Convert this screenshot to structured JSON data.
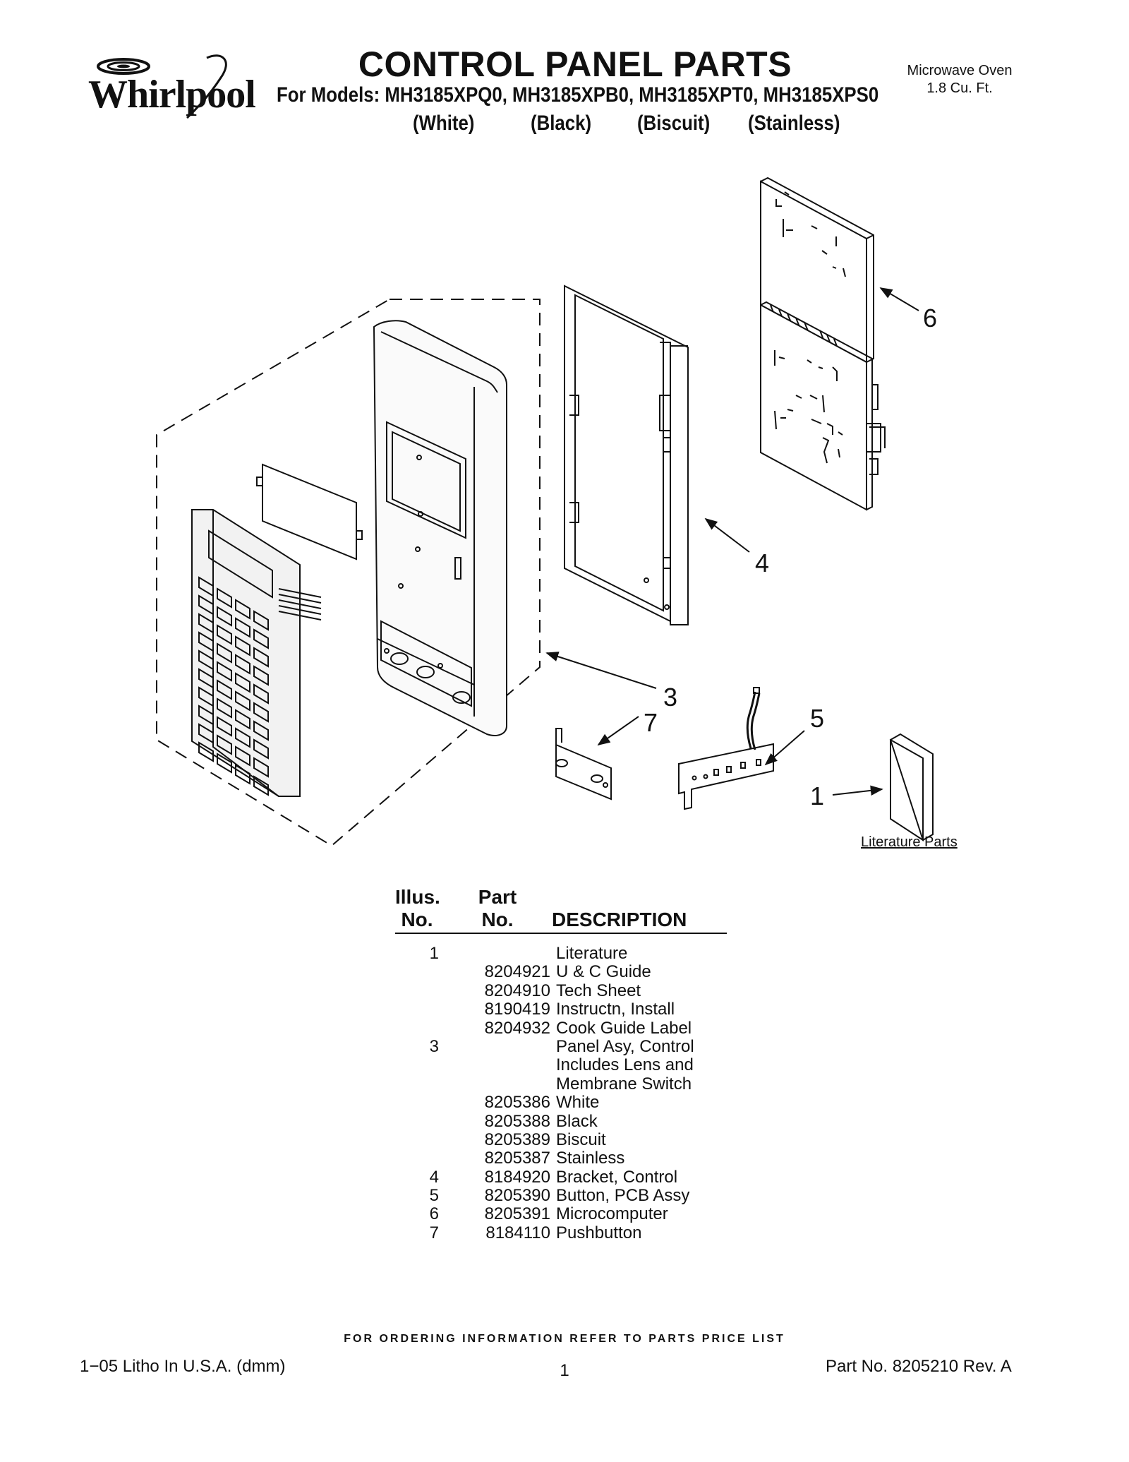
{
  "brand": {
    "name": "Whirlpool"
  },
  "header": {
    "title": "CONTROL PANEL PARTS",
    "models": "For Models: MH3185XPQ0, MH3185XPB0, MH3185XPT0, MH3185XPS0",
    "variants": [
      "(White)",
      "(Black)",
      "(Biscuit)",
      "(Stainless)"
    ],
    "product_line1": "Microwave Oven",
    "product_line2": "1.8 Cu. Ft."
  },
  "diagram": {
    "callouts": [
      "1",
      "3",
      "4",
      "5",
      "6",
      "7"
    ],
    "literature_label": "Literature Parts"
  },
  "parts_table": {
    "headers": {
      "illus_line1": "Illus.",
      "illus_line2": "No.",
      "part_line1": "Part",
      "part_line2": "No.",
      "description": "DESCRIPTION"
    },
    "rows": [
      {
        "illus": "1",
        "part": "",
        "desc": "Literature"
      },
      {
        "illus": "",
        "part": "8204921",
        "desc": "U & C Guide"
      },
      {
        "illus": "",
        "part": "8204910",
        "desc": "Tech Sheet"
      },
      {
        "illus": "",
        "part": "8190419",
        "desc": "Instructn, Install"
      },
      {
        "illus": "",
        "part": "8204932",
        "desc": "Cook Guide Label"
      },
      {
        "illus": "3",
        "part": "",
        "desc": "Panel Asy, Control"
      },
      {
        "illus": "",
        "part": "",
        "desc": "Includes Lens and"
      },
      {
        "illus": "",
        "part": "",
        "desc": "Membrane Switch"
      },
      {
        "illus": "",
        "part": "8205386",
        "desc": "White"
      },
      {
        "illus": "",
        "part": "8205388",
        "desc": "Black"
      },
      {
        "illus": "",
        "part": "8205389",
        "desc": "Biscuit"
      },
      {
        "illus": "",
        "part": "8205387",
        "desc": "Stainless"
      },
      {
        "illus": "4",
        "part": "8184920",
        "desc": "Bracket, Control"
      },
      {
        "illus": "5",
        "part": "8205390",
        "desc": "Button, PCB Assy"
      },
      {
        "illus": "6",
        "part": "8205391",
        "desc": "Microcomputer"
      },
      {
        "illus": "7",
        "part": "8184110",
        "desc": "Pushbutton"
      }
    ]
  },
  "footer": {
    "note": "FOR ORDERING INFORMATION REFER TO PARTS PRICE LIST",
    "litho": "1−05 Litho In U.S.A. (dmm)",
    "page": "1",
    "part_no": "Part No. 8205210 Rev. A"
  }
}
